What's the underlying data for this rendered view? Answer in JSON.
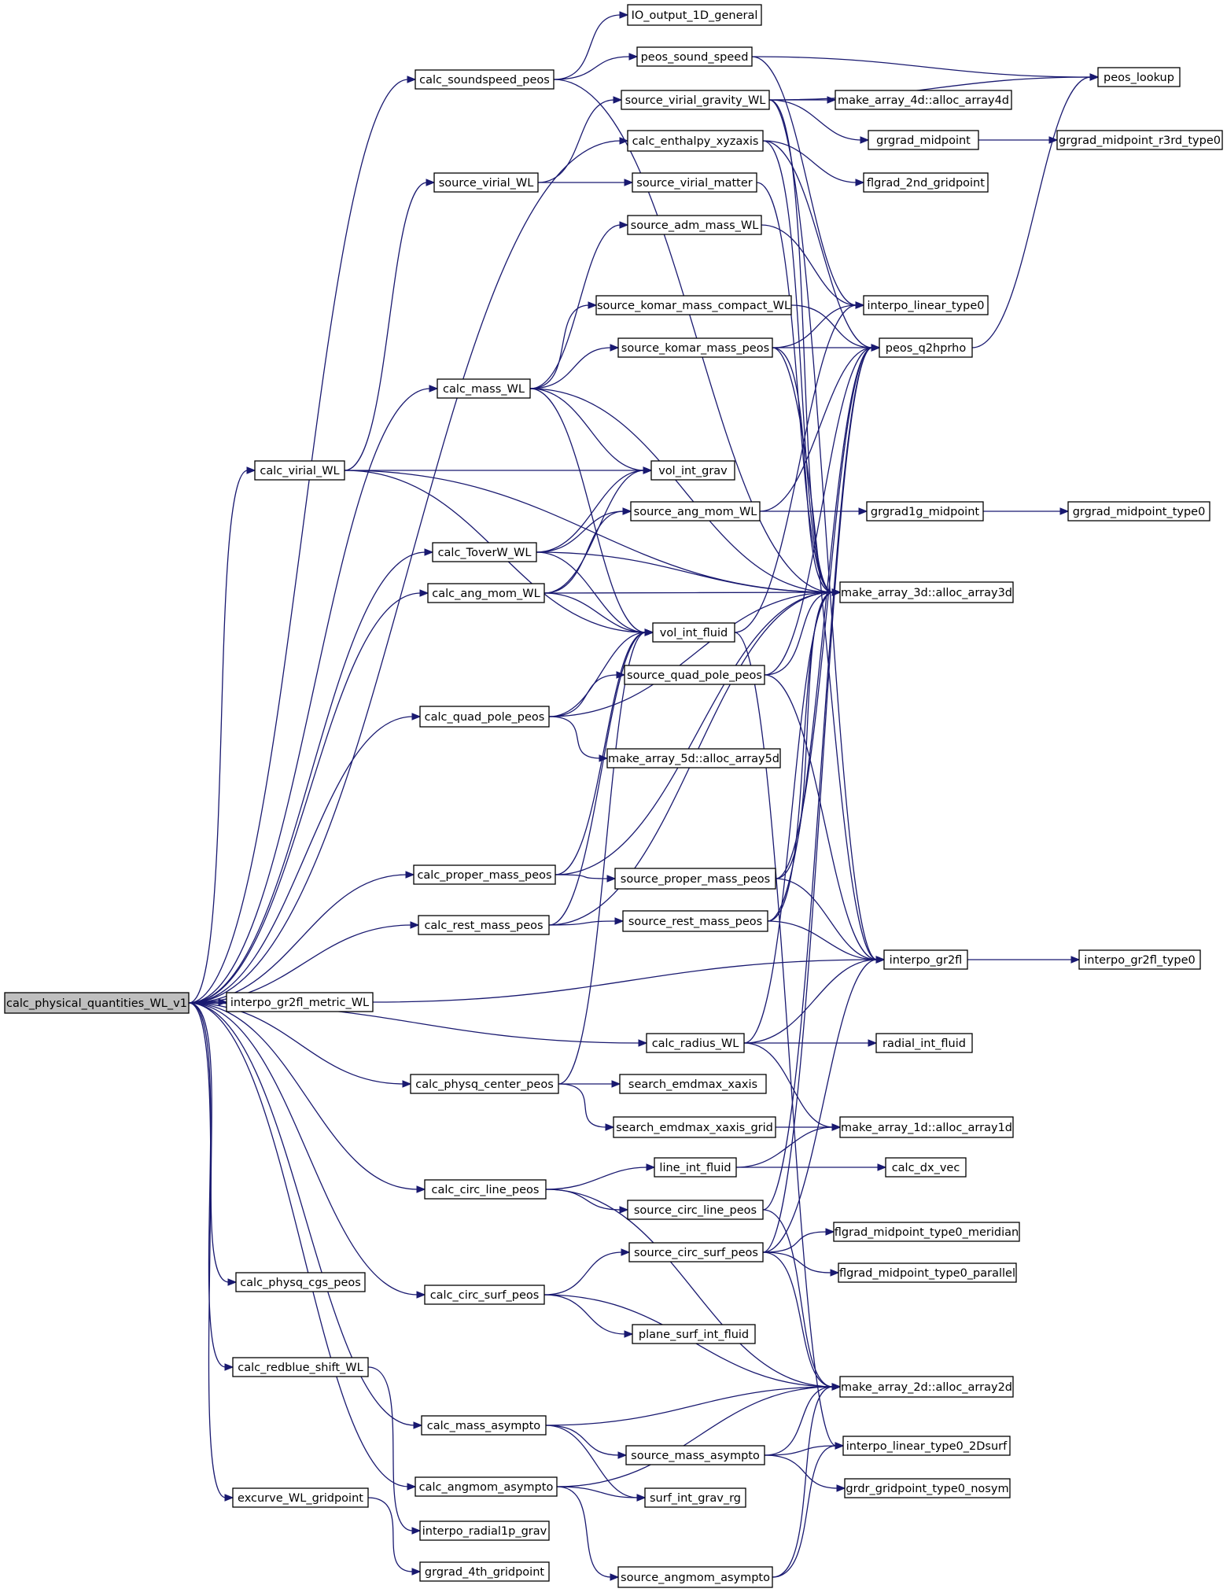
{
  "nodes": [
    {
      "id": "calc_physical_quantities_WL_v1",
      "label": "calc_physical_quantities_WL_v1",
      "root": true
    },
    {
      "id": "calc_soundspeed_peos",
      "label": "calc_soundspeed_peos"
    },
    {
      "id": "IO_output_1D_general",
      "label": "IO_output_1D_general"
    },
    {
      "id": "peos_sound_speed",
      "label": "peos_sound_speed"
    },
    {
      "id": "peos_lookup",
      "label": "peos_lookup"
    },
    {
      "id": "source_virial_gravity_WL",
      "label": "source_virial_gravity_WL"
    },
    {
      "id": "make_array_4d",
      "label": "make_array_4d::alloc_array4d"
    },
    {
      "id": "calc_enthalpy_xyzaxis",
      "label": "calc_enthalpy_xyzaxis"
    },
    {
      "id": "grgrad_midpoint",
      "label": "grgrad_midpoint"
    },
    {
      "id": "grgrad_midpoint_r3rd_type0",
      "label": "grgrad_midpoint_r3rd_type0"
    },
    {
      "id": "source_virial_WL",
      "label": "source_virial_WL"
    },
    {
      "id": "source_virial_matter",
      "label": "source_virial_matter"
    },
    {
      "id": "flgrad_2nd_gridpoint",
      "label": "flgrad_2nd_gridpoint"
    },
    {
      "id": "source_adm_mass_WL",
      "label": "source_adm_mass_WL"
    },
    {
      "id": "source_komar_mass_compact_WL",
      "label": "source_komar_mass_compact_WL"
    },
    {
      "id": "interpo_linear_type0",
      "label": "interpo_linear_type0"
    },
    {
      "id": "source_komar_mass_peos",
      "label": "source_komar_mass_peos"
    },
    {
      "id": "peos_q2hprho",
      "label": "peos_q2hprho"
    },
    {
      "id": "calc_mass_WL",
      "label": "calc_mass_WL"
    },
    {
      "id": "calc_virial_WL",
      "label": "calc_virial_WL"
    },
    {
      "id": "vol_int_grav",
      "label": "vol_int_grav"
    },
    {
      "id": "source_ang_mom_WL",
      "label": "source_ang_mom_WL"
    },
    {
      "id": "grgrad1g_midpoint",
      "label": "grgrad1g_midpoint"
    },
    {
      "id": "grgrad_midpoint_type0",
      "label": "grgrad_midpoint_type0"
    },
    {
      "id": "calc_ToverW_WL",
      "label": "calc_ToverW_WL"
    },
    {
      "id": "calc_ang_mom_WL",
      "label": "calc_ang_mom_WL"
    },
    {
      "id": "make_array_3d",
      "label": "make_array_3d::alloc_array3d"
    },
    {
      "id": "vol_int_fluid",
      "label": "vol_int_fluid"
    },
    {
      "id": "source_quad_pole_peos",
      "label": "source_quad_pole_peos"
    },
    {
      "id": "calc_quad_pole_peos",
      "label": "calc_quad_pole_peos"
    },
    {
      "id": "make_array_5d",
      "label": "make_array_5d::alloc_array5d"
    },
    {
      "id": "calc_proper_mass_peos",
      "label": "calc_proper_mass_peos"
    },
    {
      "id": "source_proper_mass_peos",
      "label": "source_proper_mass_peos"
    },
    {
      "id": "calc_rest_mass_peos",
      "label": "calc_rest_mass_peos"
    },
    {
      "id": "source_rest_mass_peos",
      "label": "source_rest_mass_peos"
    },
    {
      "id": "interpo_gr2fl",
      "label": "interpo_gr2fl"
    },
    {
      "id": "interpo_gr2fl_type0",
      "label": "interpo_gr2fl_type0"
    },
    {
      "id": "interpo_gr2fl_metric_WL",
      "label": "interpo_gr2fl_metric_WL"
    },
    {
      "id": "calc_radius_WL",
      "label": "calc_radius_WL"
    },
    {
      "id": "radial_int_fluid",
      "label": "radial_int_fluid"
    },
    {
      "id": "calc_physq_center_peos",
      "label": "calc_physq_center_peos"
    },
    {
      "id": "search_emdmax_xaxis",
      "label": "search_emdmax_xaxis"
    },
    {
      "id": "search_emdmax_xaxis_grid",
      "label": "search_emdmax_xaxis_grid"
    },
    {
      "id": "make_array_1d",
      "label": "make_array_1d::alloc_array1d"
    },
    {
      "id": "line_int_fluid",
      "label": "line_int_fluid"
    },
    {
      "id": "calc_dx_vec",
      "label": "calc_dx_vec"
    },
    {
      "id": "calc_circ_line_peos",
      "label": "calc_circ_line_peos"
    },
    {
      "id": "source_circ_line_peos",
      "label": "source_circ_line_peos"
    },
    {
      "id": "source_circ_surf_peos",
      "label": "source_circ_surf_peos"
    },
    {
      "id": "flgrad_midpoint_type0_meridian",
      "label": "flgrad_midpoint_type0_meridian"
    },
    {
      "id": "flgrad_midpoint_type0_parallel",
      "label": "flgrad_midpoint_type0_parallel"
    },
    {
      "id": "calc_physq_cgs_peos",
      "label": "calc_physq_cgs_peos"
    },
    {
      "id": "calc_circ_surf_peos",
      "label": "calc_circ_surf_peos"
    },
    {
      "id": "plane_surf_int_fluid",
      "label": "plane_surf_int_fluid"
    },
    {
      "id": "calc_redblue_shift_WL",
      "label": "calc_redblue_shift_WL"
    },
    {
      "id": "make_array_2d",
      "label": "make_array_2d::alloc_array2d"
    },
    {
      "id": "calc_mass_asympto",
      "label": "calc_mass_asympto"
    },
    {
      "id": "source_mass_asympto",
      "label": "source_mass_asympto"
    },
    {
      "id": "interpo_linear_type0_2Dsurf",
      "label": "interpo_linear_type0_2Dsurf"
    },
    {
      "id": "calc_angmom_asympto",
      "label": "calc_angmom_asympto"
    },
    {
      "id": "surf_int_grav_rg",
      "label": "surf_int_grav_rg"
    },
    {
      "id": "grdr_gridpoint_type0_nosym",
      "label": "grdr_gridpoint_type0_nosym"
    },
    {
      "id": "excurve_WL_gridpoint",
      "label": "excurve_WL_gridpoint"
    },
    {
      "id": "interpo_radial1p_grav",
      "label": "interpo_radial1p_grav"
    },
    {
      "id": "grgrad_4th_gridpoint",
      "label": "grgrad_4th_gridpoint"
    },
    {
      "id": "source_angmom_asympto",
      "label": "source_angmom_asympto"
    }
  ],
  "edges": [
    [
      "calc_physical_quantities_WL_v1",
      "calc_soundspeed_peos"
    ],
    [
      "calc_physical_quantities_WL_v1",
      "calc_enthalpy_xyzaxis"
    ],
    [
      "calc_physical_quantities_WL_v1",
      "calc_mass_WL"
    ],
    [
      "calc_physical_quantities_WL_v1",
      "calc_virial_WL"
    ],
    [
      "calc_physical_quantities_WL_v1",
      "calc_ToverW_WL"
    ],
    [
      "calc_physical_quantities_WL_v1",
      "calc_ang_mom_WL"
    ],
    [
      "calc_physical_quantities_WL_v1",
      "calc_quad_pole_peos"
    ],
    [
      "calc_physical_quantities_WL_v1",
      "calc_proper_mass_peos"
    ],
    [
      "calc_physical_quantities_WL_v1",
      "calc_rest_mass_peos"
    ],
    [
      "calc_physical_quantities_WL_v1",
      "interpo_gr2fl_metric_WL"
    ],
    [
      "calc_physical_quantities_WL_v1",
      "calc_radius_WL"
    ],
    [
      "calc_physical_quantities_WL_v1",
      "calc_physq_center_peos"
    ],
    [
      "calc_physical_quantities_WL_v1",
      "calc_circ_line_peos"
    ],
    [
      "calc_physical_quantities_WL_v1",
      "calc_circ_surf_peos"
    ],
    [
      "calc_physical_quantities_WL_v1",
      "calc_physq_cgs_peos"
    ],
    [
      "calc_physical_quantities_WL_v1",
      "calc_redblue_shift_WL"
    ],
    [
      "calc_physical_quantities_WL_v1",
      "calc_mass_asympto"
    ],
    [
      "calc_physical_quantities_WL_v1",
      "calc_angmom_asympto"
    ],
    [
      "calc_physical_quantities_WL_v1",
      "excurve_WL_gridpoint"
    ],
    [
      "calc_soundspeed_peos",
      "IO_output_1D_general"
    ],
    [
      "calc_soundspeed_peos",
      "peos_sound_speed"
    ],
    [
      "calc_soundspeed_peos",
      "make_array_3d"
    ],
    [
      "peos_sound_speed",
      "peos_lookup"
    ],
    [
      "peos_sound_speed",
      "interpo_linear_type0"
    ],
    [
      "source_virial_gravity_WL",
      "peos_lookup"
    ],
    [
      "source_virial_gravity_WL",
      "make_array_4d"
    ],
    [
      "source_virial_gravity_WL",
      "grgrad_midpoint"
    ],
    [
      "source_virial_gravity_WL",
      "make_array_3d"
    ],
    [
      "source_virial_gravity_WL",
      "interpo_gr2fl"
    ],
    [
      "calc_enthalpy_xyzaxis",
      "flgrad_2nd_gridpoint"
    ],
    [
      "calc_enthalpy_xyzaxis",
      "peos_q2hprho"
    ],
    [
      "calc_enthalpy_xyzaxis",
      "make_array_3d"
    ],
    [
      "grgrad_midpoint",
      "grgrad_midpoint_r3rd_type0"
    ],
    [
      "source_virial_WL",
      "source_virial_gravity_WL"
    ],
    [
      "source_virial_WL",
      "source_virial_matter"
    ],
    [
      "source_virial_matter",
      "make_array_3d"
    ],
    [
      "source_adm_mass_WL",
      "interpo_linear_type0"
    ],
    [
      "source_komar_mass_compact_WL",
      "peos_q2hprho"
    ],
    [
      "source_komar_mass_peos",
      "interpo_linear_type0"
    ],
    [
      "source_komar_mass_peos",
      "peos_q2hprho"
    ],
    [
      "source_komar_mass_peos",
      "make_array_3d"
    ],
    [
      "source_komar_mass_peos",
      "interpo_gr2fl"
    ],
    [
      "peos_q2hprho",
      "peos_lookup"
    ],
    [
      "calc_mass_WL",
      "source_adm_mass_WL"
    ],
    [
      "calc_mass_WL",
      "source_komar_mass_compact_WL"
    ],
    [
      "calc_mass_WL",
      "source_komar_mass_peos"
    ],
    [
      "calc_mass_WL",
      "vol_int_grav"
    ],
    [
      "calc_mass_WL",
      "vol_int_fluid"
    ],
    [
      "calc_mass_WL",
      "make_array_3d"
    ],
    [
      "calc_virial_WL",
      "source_virial_WL"
    ],
    [
      "calc_virial_WL",
      "vol_int_grav"
    ],
    [
      "calc_virial_WL",
      "vol_int_fluid"
    ],
    [
      "calc_virial_WL",
      "make_array_3d"
    ],
    [
      "source_ang_mom_WL",
      "grgrad1g_midpoint"
    ],
    [
      "source_ang_mom_WL",
      "peos_q2hprho"
    ],
    [
      "grgrad1g_midpoint",
      "grgrad_midpoint_type0"
    ],
    [
      "calc_ToverW_WL",
      "source_ang_mom_WL"
    ],
    [
      "calc_ToverW_WL",
      "vol_int_grav"
    ],
    [
      "calc_ToverW_WL",
      "vol_int_fluid"
    ],
    [
      "calc_ToverW_WL",
      "make_array_3d"
    ],
    [
      "calc_ang_mom_WL",
      "source_ang_mom_WL"
    ],
    [
      "calc_ang_mom_WL",
      "vol_int_grav"
    ],
    [
      "calc_ang_mom_WL",
      "vol_int_fluid"
    ],
    [
      "calc_ang_mom_WL",
      "make_array_3d"
    ],
    [
      "vol_int_fluid",
      "interpo_linear_type0"
    ],
    [
      "vol_int_fluid",
      "interpo_linear_type0_2Dsurf"
    ],
    [
      "source_quad_pole_peos",
      "peos_q2hprho"
    ],
    [
      "source_quad_pole_peos",
      "make_array_3d"
    ],
    [
      "source_quad_pole_peos",
      "interpo_gr2fl"
    ],
    [
      "calc_quad_pole_peos",
      "source_quad_pole_peos"
    ],
    [
      "calc_quad_pole_peos",
      "vol_int_fluid"
    ],
    [
      "calc_quad_pole_peos",
      "make_array_5d"
    ],
    [
      "calc_quad_pole_peos",
      "make_array_3d"
    ],
    [
      "calc_proper_mass_peos",
      "source_proper_mass_peos"
    ],
    [
      "calc_proper_mass_peos",
      "vol_int_fluid"
    ],
    [
      "calc_proper_mass_peos",
      "make_array_3d"
    ],
    [
      "source_proper_mass_peos",
      "peos_q2hprho"
    ],
    [
      "source_proper_mass_peos",
      "make_array_3d"
    ],
    [
      "source_proper_mass_peos",
      "interpo_gr2fl"
    ],
    [
      "calc_rest_mass_peos",
      "source_rest_mass_peos"
    ],
    [
      "calc_rest_mass_peos",
      "vol_int_fluid"
    ],
    [
      "calc_rest_mass_peos",
      "make_array_3d"
    ],
    [
      "source_rest_mass_peos",
      "peos_q2hprho"
    ],
    [
      "source_rest_mass_peos",
      "make_array_3d"
    ],
    [
      "source_rest_mass_peos",
      "interpo_gr2fl"
    ],
    [
      "interpo_gr2fl",
      "interpo_gr2fl_type0"
    ],
    [
      "interpo_gr2fl_metric_WL",
      "interpo_gr2fl"
    ],
    [
      "calc_radius_WL",
      "radial_int_fluid"
    ],
    [
      "calc_radius_WL",
      "make_array_1d"
    ],
    [
      "calc_radius_WL",
      "interpo_gr2fl"
    ],
    [
      "calc_radius_WL",
      "make_array_3d"
    ],
    [
      "calc_physq_center_peos",
      "search_emdmax_xaxis"
    ],
    [
      "calc_physq_center_peos",
      "search_emdmax_xaxis_grid"
    ],
    [
      "calc_physq_center_peos",
      "vol_int_fluid"
    ],
    [
      "search_emdmax_xaxis_grid",
      "make_array_1d"
    ],
    [
      "line_int_fluid",
      "make_array_1d"
    ],
    [
      "line_int_fluid",
      "calc_dx_vec"
    ],
    [
      "calc_circ_line_peos",
      "line_int_fluid"
    ],
    [
      "calc_circ_line_peos",
      "source_circ_line_peos"
    ],
    [
      "calc_circ_line_peos",
      "make_array_2d"
    ],
    [
      "source_circ_line_peos",
      "peos_q2hprho"
    ],
    [
      "source_circ_line_peos",
      "make_array_2d"
    ],
    [
      "source_circ_surf_peos",
      "flgrad_midpoint_type0_meridian"
    ],
    [
      "source_circ_surf_peos",
      "flgrad_midpoint_type0_parallel"
    ],
    [
      "source_circ_surf_peos",
      "peos_q2hprho"
    ],
    [
      "source_circ_surf_peos",
      "interpo_gr2fl"
    ],
    [
      "source_circ_surf_peos",
      "make_array_2d"
    ],
    [
      "calc_circ_surf_peos",
      "source_circ_surf_peos"
    ],
    [
      "calc_circ_surf_peos",
      "plane_surf_int_fluid"
    ],
    [
      "calc_circ_surf_peos",
      "make_array_2d"
    ],
    [
      "calc_redblue_shift_WL",
      "interpo_radial1p_grav"
    ],
    [
      "calc_mass_asympto",
      "source_mass_asympto"
    ],
    [
      "calc_mass_asympto",
      "surf_int_grav_rg"
    ],
    [
      "calc_mass_asympto",
      "make_array_2d"
    ],
    [
      "source_mass_asympto",
      "make_array_2d"
    ],
    [
      "source_mass_asympto",
      "interpo_linear_type0_2Dsurf"
    ],
    [
      "source_mass_asympto",
      "grdr_gridpoint_type0_nosym"
    ],
    [
      "calc_angmom_asympto",
      "source_angmom_asympto"
    ],
    [
      "calc_angmom_asympto",
      "surf_int_grav_rg"
    ],
    [
      "calc_angmom_asympto",
      "make_array_2d"
    ],
    [
      "source_angmom_asympto",
      "make_array_2d"
    ],
    [
      "source_angmom_asympto",
      "interpo_linear_type0_2Dsurf"
    ],
    [
      "excurve_WL_gridpoint",
      "grgrad_4th_gridpoint"
    ]
  ]
}
